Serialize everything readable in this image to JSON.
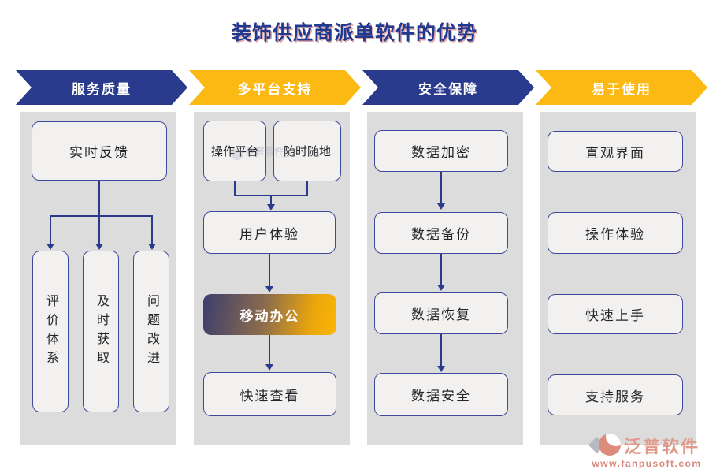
{
  "title": "装饰供应商派单软件的优势",
  "columns": [
    {
      "header": "服务质量",
      "top_box": "实时反馈",
      "sub_boxes": [
        "评价体系",
        "及时获取",
        "问题改进"
      ]
    },
    {
      "header": "多平台支持",
      "top_boxes": [
        "操作平台",
        "随时随地"
      ],
      "flow": [
        "用户体验",
        "移动办公",
        "快速查看"
      ]
    },
    {
      "header": "安全保障",
      "flow": [
        "数据加密",
        "数据备份",
        "数据恢复",
        "数据安全"
      ]
    },
    {
      "header": "易于使用",
      "items": [
        "直观界面",
        "操作体验",
        "快速上手",
        "支持服务"
      ]
    }
  ],
  "watermark_center": {
    "brand": "泛普软件",
    "subtitle": "FANPU SOFTWARE"
  },
  "logo": {
    "brand": "泛普软件",
    "url": "www.fanpusoft.com"
  },
  "colors": {
    "header_blue": "#2a3a8d",
    "header_yellow": "#fcb813",
    "panel_gray": "#dcdcdc",
    "box_fill": "#f2f1ef",
    "box_border": "#3d4a9b",
    "connector": "#2c3a8c",
    "highlight_gradient_left": "#3c3e6e",
    "highlight_gradient_right": "#f9b405",
    "title_color": "#203a8f",
    "logo_color": "#e09a8c"
  }
}
